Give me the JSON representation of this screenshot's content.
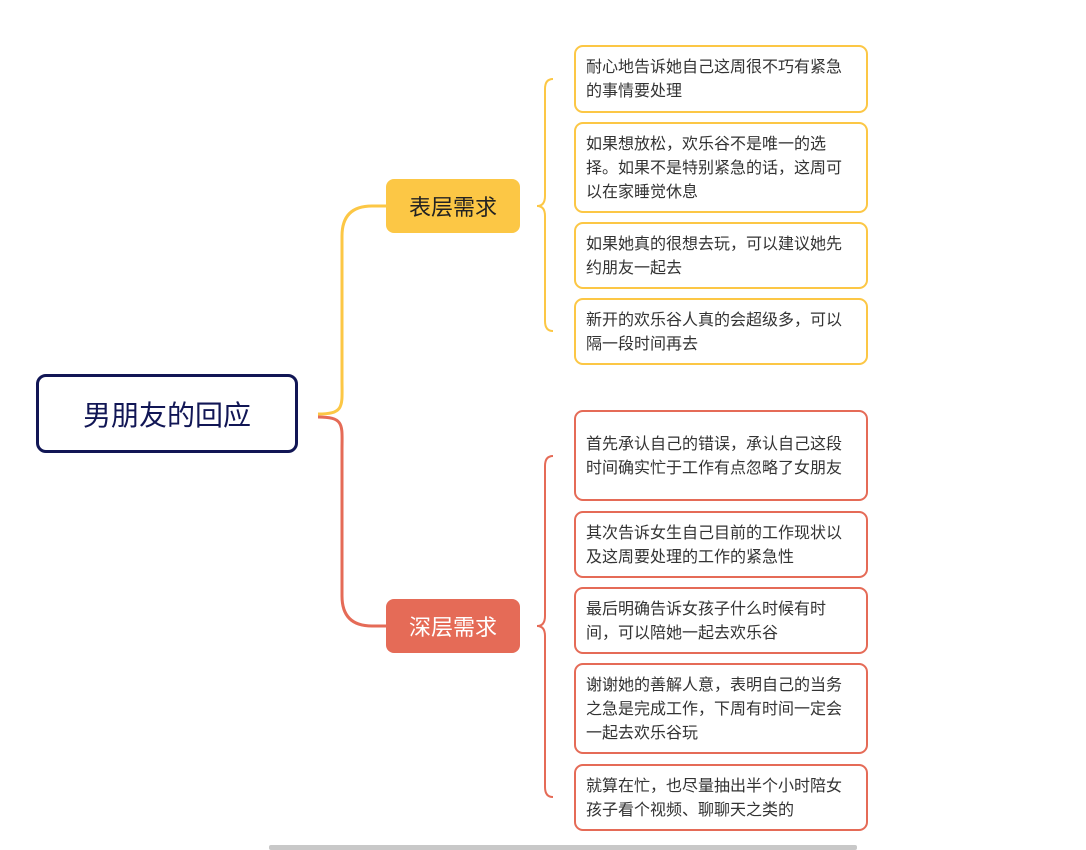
{
  "root": {
    "label": "男朋友的回应"
  },
  "branches": [
    {
      "label": "表层需求",
      "color": "#fcc745",
      "items": [
        "耐心地告诉她自己这周很不巧有紧急的事情要处理",
        "如果想放松，欢乐谷不是唯一的选择。如果不是特别紧急的话，这周可以在家睡觉休息",
        "如果她真的很想去玩，可以建议她先约朋友一起去",
        "新开的欢乐谷人真的会超级多，可以隔一段时间再去"
      ]
    },
    {
      "label": "深层需求",
      "color": "#e56b57",
      "items": [
        "首先承认自己的错误，承认自己这段时间确实忙于工作有点忽略了女朋友",
        "其次告诉女生自己目前的工作现状以及这周要处理的工作的紧急性",
        "最后明确告诉女孩子什么时候有时间，可以陪她一起去欢乐谷",
        "谢谢她的善解人意，表明自己的当务之急是完成工作，下周有时间一定会一起去欢乐谷玩",
        "就算在忙，也尽量抽出半个小时陪女孩子看个视频、聊聊天之类的"
      ]
    }
  ]
}
